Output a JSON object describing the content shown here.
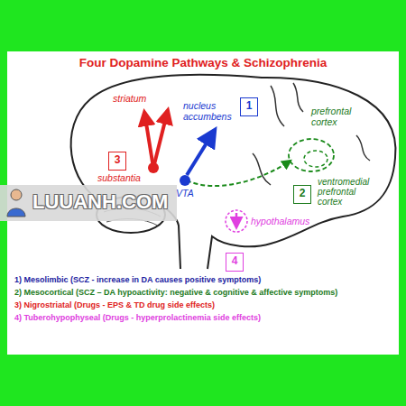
{
  "diagram": {
    "title": "Four Dopamine Pathways & Schizophrenia",
    "nodes": [
      {
        "text": [
          "1"
        ]
      },
      {
        "text": [
          "2"
        ]
      },
      {
        "text": [
          "3"
        ]
      },
      {
        "text": [
          "4"
        ]
      }
    ],
    "labels": [
      "striatum",
      "nucleus accumbens",
      "prefrontal cortex",
      "ventromedial prefrontal cortex",
      "substantia",
      "VTA",
      "hypothalamus",
      "LUUANH.COM",
      "1) Mesolimbic (SCZ - increase in DA causes positive symptoms)",
      "2) Mesocortical (SCZ – DA hypoactivity: negative & cognitive & affective symptoms)",
      "3) Nigrostriatal (Drugs - EPS & TD drug side effects)",
      "4) Tuberohypophyseal (Drugs - hyperprolactinemia side effects)"
    ]
  }
}
